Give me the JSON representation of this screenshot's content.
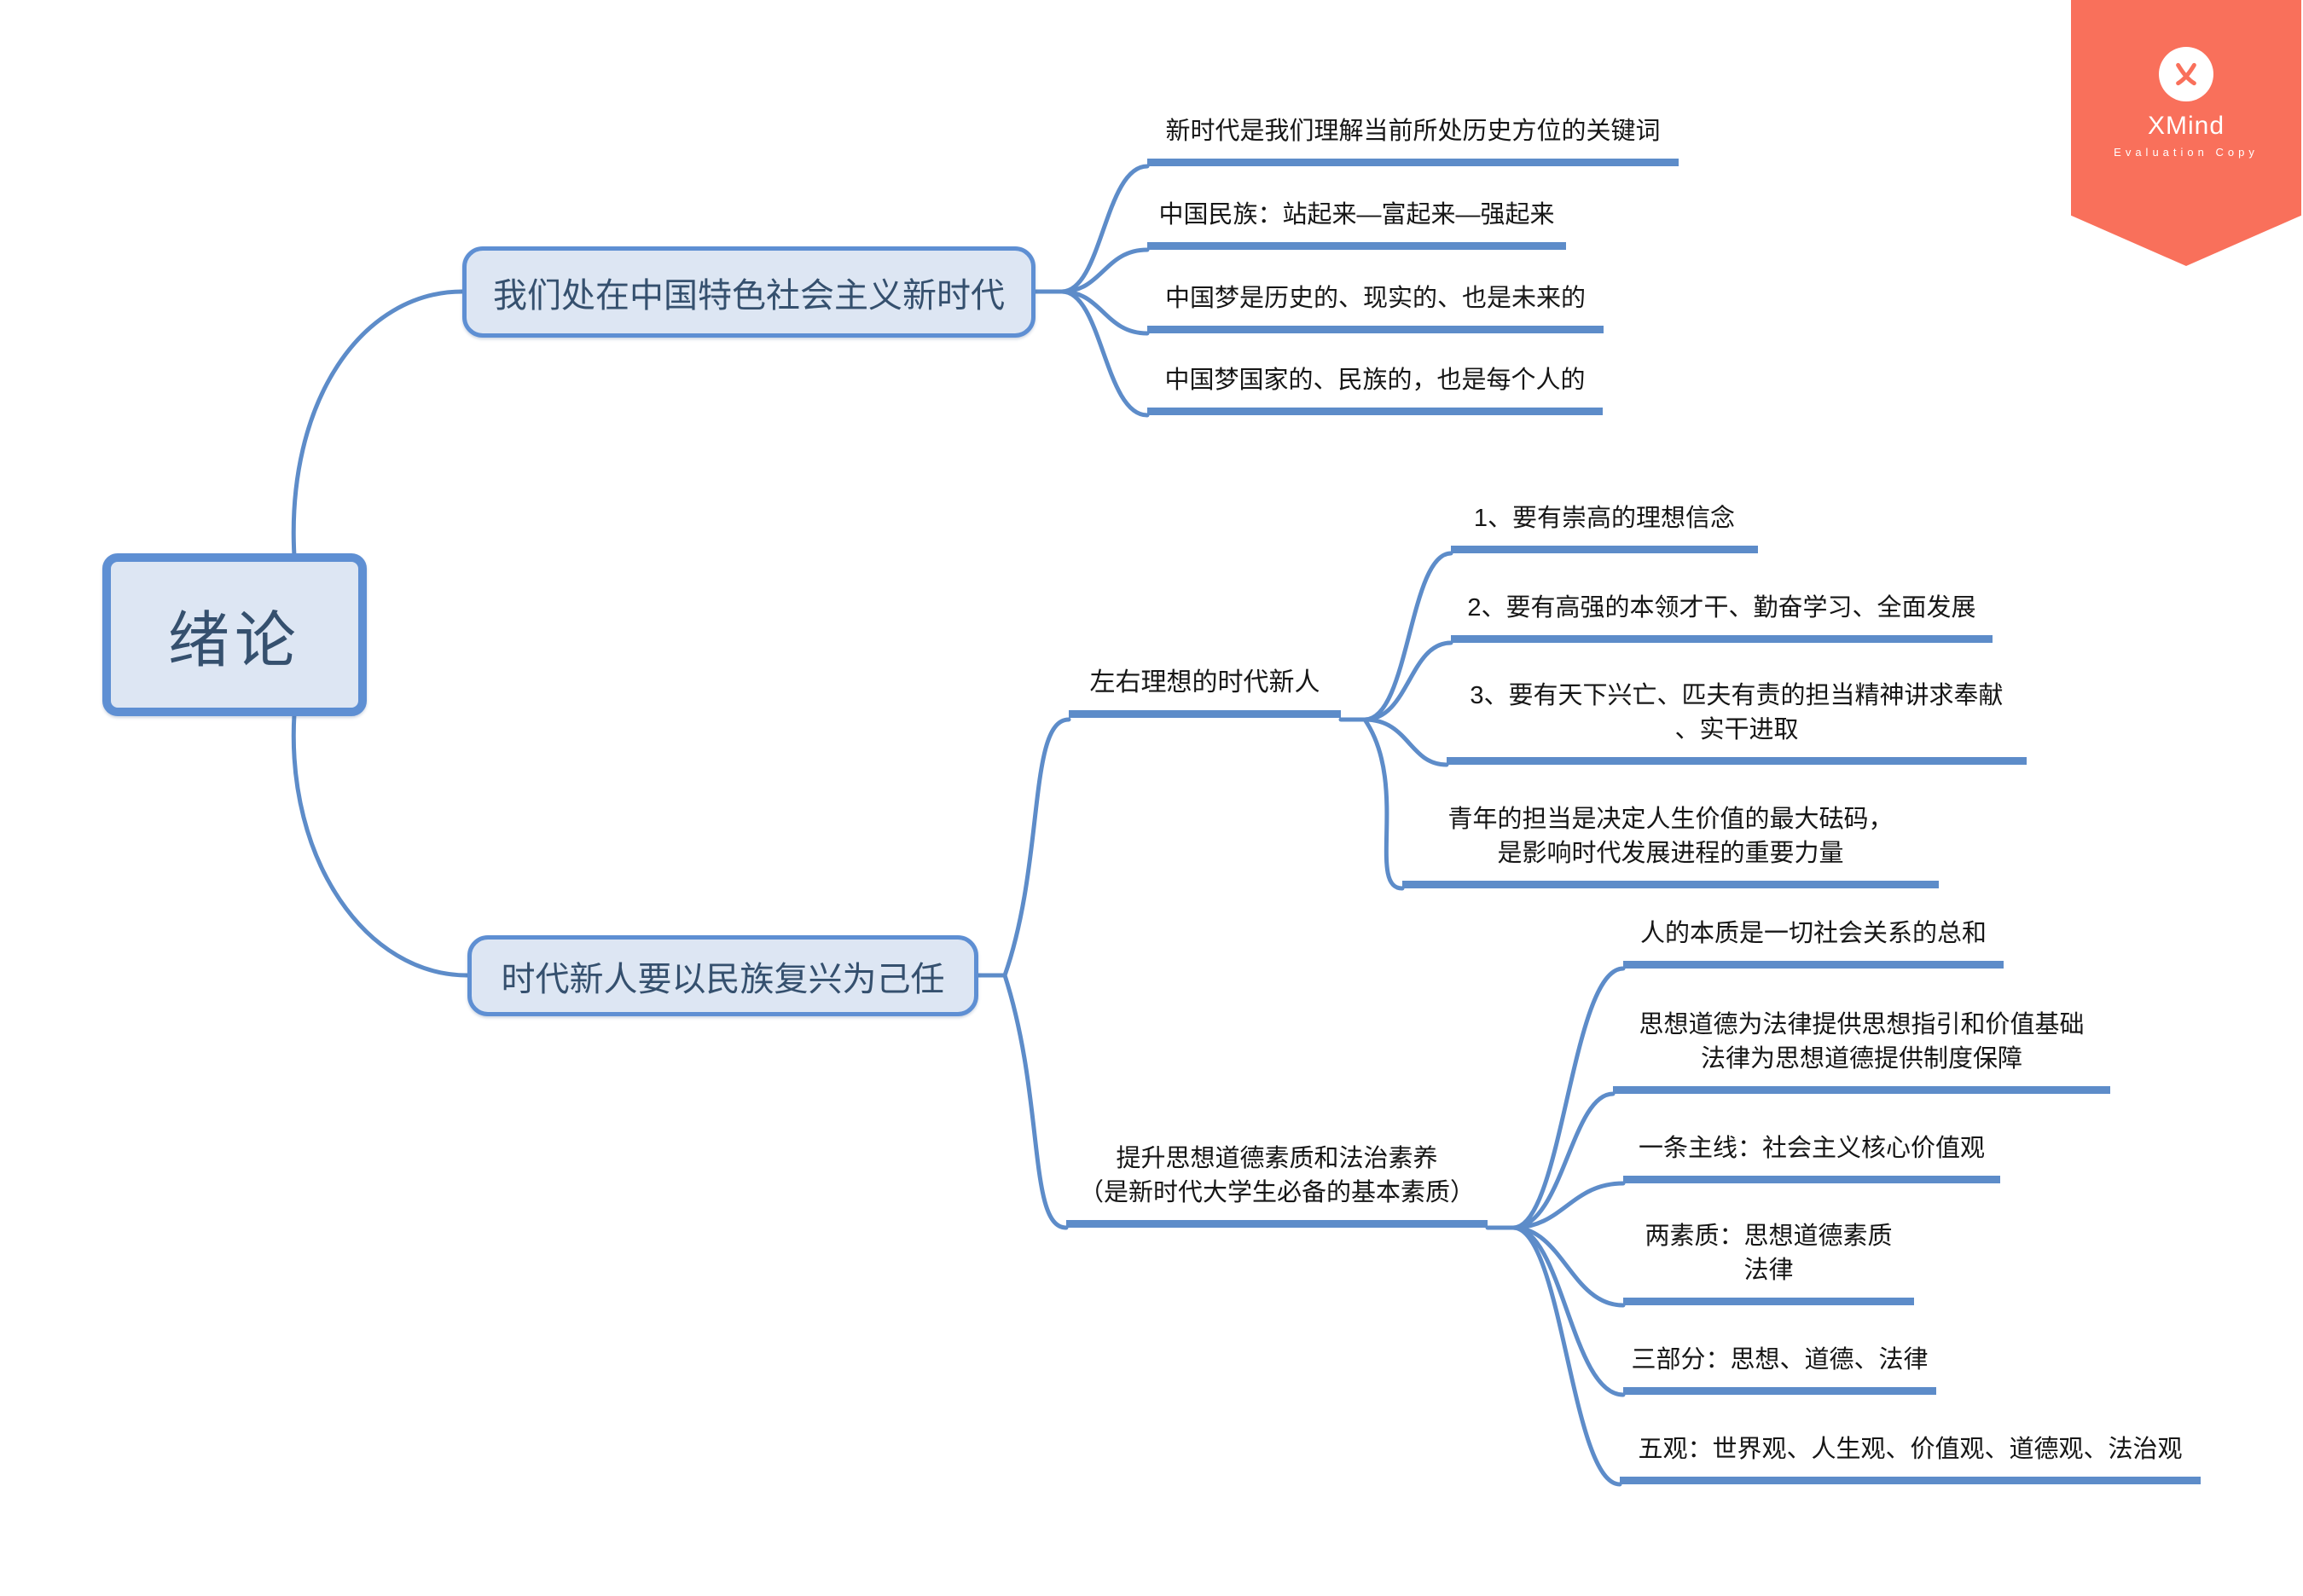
{
  "watermark": {
    "app_name": "XMind",
    "edition": "Evaluation Copy",
    "background_color": "#f9705b",
    "logo": "xmind-x-logo"
  },
  "colors": {
    "connector_blue": "#5d8cc9",
    "node_border_blue": "#5e8fd3",
    "node_fill_blue": "#dde6f3",
    "node_text_navy": "#35506e",
    "leaf_text": "#161616"
  },
  "root": {
    "label": "绪论"
  },
  "branches": [
    {
      "label": "我们处在中国特色社会主义新时代",
      "children": [
        {
          "line1": "新时代是我们理解当前所处历史方位的关键词"
        },
        {
          "line1": "中国民族：站起来—富起来—强起来"
        },
        {
          "line1": "中国梦是历史的、现实的、也是未来的"
        },
        {
          "line1": "中国梦国家的、民族的，也是每个人的"
        }
      ]
    },
    {
      "label": "时代新人要以民族复兴为己任",
      "children": [
        {
          "text": "左右理想的时代新人",
          "children": [
            {
              "line1": "1、要有崇高的理想信念"
            },
            {
              "line1": "2、要有高强的本领才干、勤奋学习、全面发展"
            },
            {
              "line1": "3、要有天下兴亡、匹夫有责的担当精神讲求奉献",
              "line2": "、实干进取"
            },
            {
              "line1": "青年的担当是决定人生价值的最大砝码，",
              "line2": "是影响时代发展进程的重要力量"
            }
          ]
        },
        {
          "line1": "提升思想道德素质和法治素养",
          "line2": "（是新时代大学生必备的基本素质）",
          "children": [
            {
              "line1": "人的本质是一切社会关系的总和"
            },
            {
              "line1": "思想道德为法律提供思想指引和价值基础",
              "line2": "法律为思想道德提供制度保障"
            },
            {
              "line1": "一条主线：社会主义核心价值观"
            },
            {
              "line1": "两素质：思想道德素质",
              "line2": "法律"
            },
            {
              "line1": "三部分：思想、道德、法律"
            },
            {
              "line1": "五观：世界观、人生观、价值观、道德观、法治观"
            }
          ]
        }
      ]
    }
  ]
}
